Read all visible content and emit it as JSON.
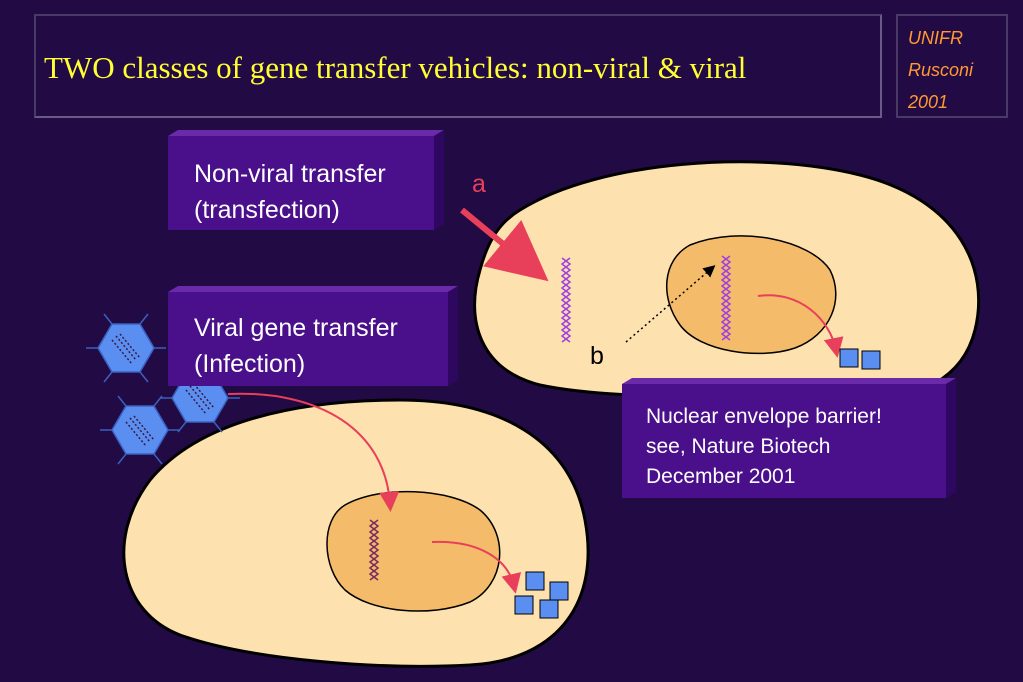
{
  "header": {
    "title": "TWO classes of gene transfer vehicles: non-viral & viral",
    "credit_line1": "UNIFR",
    "credit_line2": "Rusconi",
    "credit_line3": "2001"
  },
  "labels": {
    "nonviral_line1": "Non-viral transfer",
    "nonviral_line2": "(transfection)",
    "viral_line1": "Viral gene transfer",
    "viral_line2": "(Infection)",
    "pathway_a": "a",
    "pathway_b": "b"
  },
  "note": {
    "line1": "Nuclear envelope barrier!",
    "line2": "see, Nature Biotech",
    "line3": "December 2001"
  },
  "colors": {
    "background": "#220a44",
    "title": "#ffff33",
    "credit": "#ff9933",
    "box": "#4a0f8a",
    "cytoplasm": "#fde2b0",
    "nucleus": "#f4bb6a",
    "arrow": "#e8405a",
    "dna": "#a040e0",
    "protein": "#5a8ef0"
  }
}
